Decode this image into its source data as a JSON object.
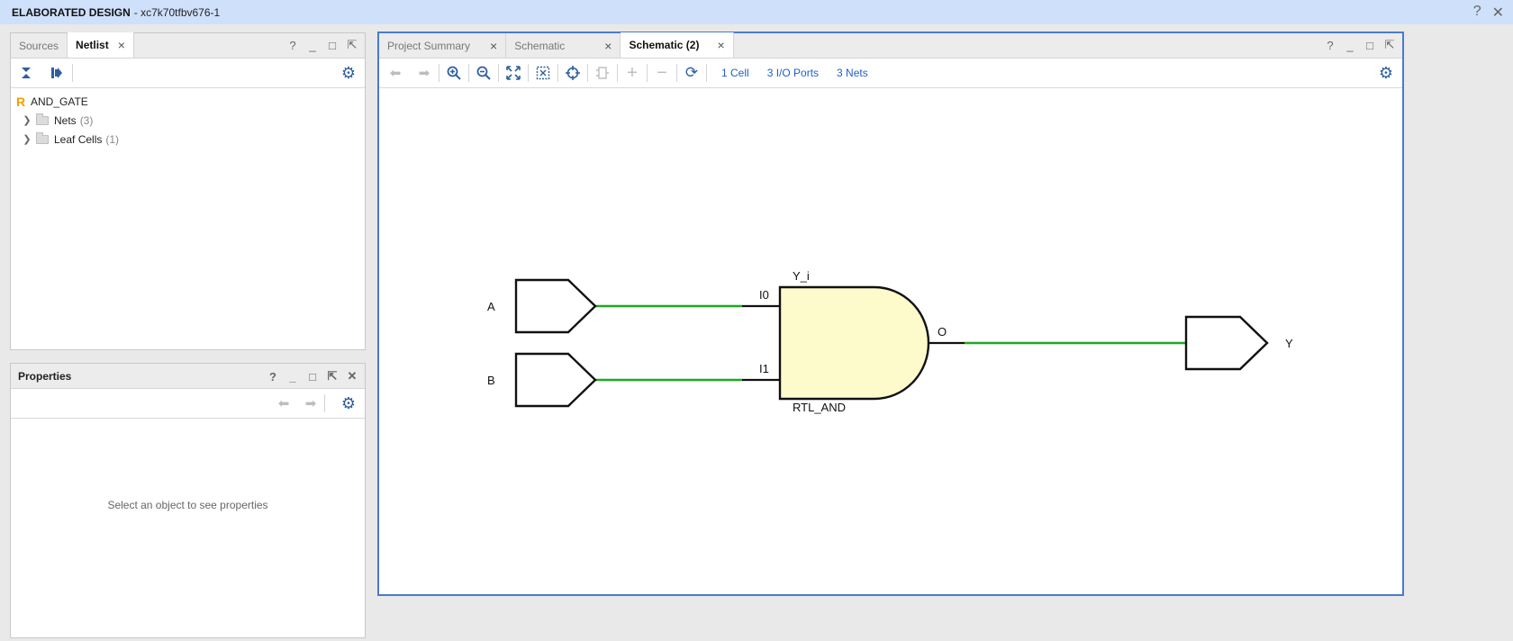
{
  "window": {
    "title": "ELABORATED DESIGN",
    "subtitle": "- xc7k70tfbv676-1",
    "help": "?",
    "close": "✕"
  },
  "left_top": {
    "tabs": [
      {
        "label": "Sources",
        "active": false
      },
      {
        "label": "Netlist",
        "active": true
      }
    ],
    "tab_close": "×",
    "controls": {
      "help": "?",
      "minimize": "_",
      "maximize": "□",
      "float": "⇱"
    },
    "tree": {
      "root": {
        "badge": "R",
        "label": "AND_GATE"
      },
      "items": [
        {
          "label": "Nets",
          "count": "(3)"
        },
        {
          "label": "Leaf Cells",
          "count": "(1)"
        }
      ]
    }
  },
  "properties": {
    "title": "Properties",
    "empty_message": "Select an object to see properties",
    "controls": {
      "help": "?",
      "minimize": "_",
      "maximize": "□",
      "float": "⇱",
      "close": "✕"
    }
  },
  "main": {
    "tabs": [
      {
        "label": "Project Summary",
        "active": false
      },
      {
        "label": "Schematic",
        "active": false
      },
      {
        "label": "Schematic (2)",
        "active": true
      }
    ],
    "tab_close": "×",
    "controls": {
      "help": "?",
      "minimize": "_",
      "maximize": "□",
      "float": "⇱"
    },
    "stats": {
      "cells": "1 Cell",
      "ports": "3 I/O Ports",
      "nets": "3 Nets"
    }
  },
  "schematic": {
    "inputs": [
      {
        "name": "A"
      },
      {
        "name": "B"
      }
    ],
    "output": {
      "name": "Y"
    },
    "gate": {
      "instance": "Y_i",
      "type": "RTL_AND",
      "pins": {
        "in0": "I0",
        "in1": "I1",
        "out": "O"
      }
    },
    "colors": {
      "net": "#1fa81f",
      "gate_fill": "#fdfbcc",
      "stroke": "#111111"
    }
  }
}
